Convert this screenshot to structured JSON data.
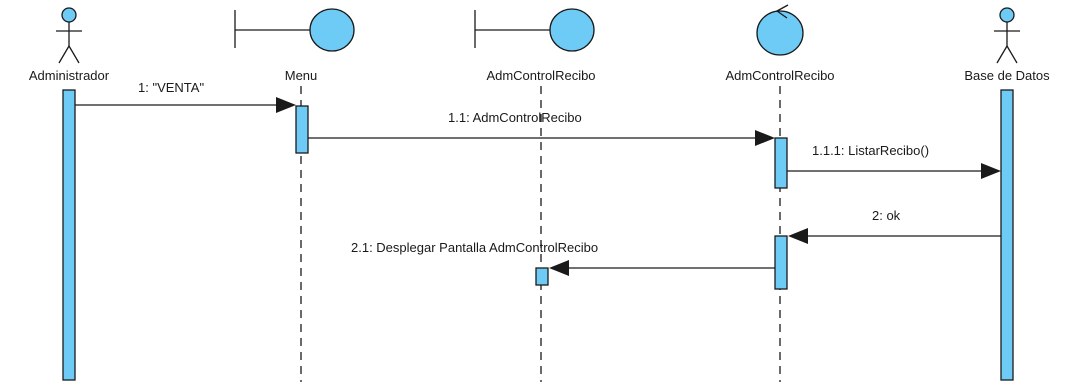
{
  "diagram": {
    "participants": [
      {
        "id": "administrador",
        "type": "actor",
        "label": "Administrador"
      },
      {
        "id": "menu",
        "type": "boundary",
        "label": "Menu"
      },
      {
        "id": "admcontrol-boundary",
        "type": "boundary",
        "label": "AdmControlRecibo"
      },
      {
        "id": "admcontrol-control",
        "type": "control",
        "label": "AdmControlRecibo"
      },
      {
        "id": "base-datos",
        "type": "actor",
        "label": "Base de Datos"
      }
    ],
    "messages": [
      {
        "from": "administrador",
        "to": "menu",
        "label": "1: \"VENTA\""
      },
      {
        "from": "menu",
        "to": "admcontrol-control",
        "label": "1.1: AdmControlRecibo"
      },
      {
        "from": "admcontrol-control",
        "to": "base-datos",
        "label": "1.1.1: ListarRecibo()"
      },
      {
        "from": "base-datos",
        "to": "admcontrol-control",
        "label": "2: ok"
      },
      {
        "from": "admcontrol-control",
        "to": "admcontrol-boundary",
        "label": "2.1: Desplegar Pantalla AdmControlRecibo"
      }
    ]
  }
}
